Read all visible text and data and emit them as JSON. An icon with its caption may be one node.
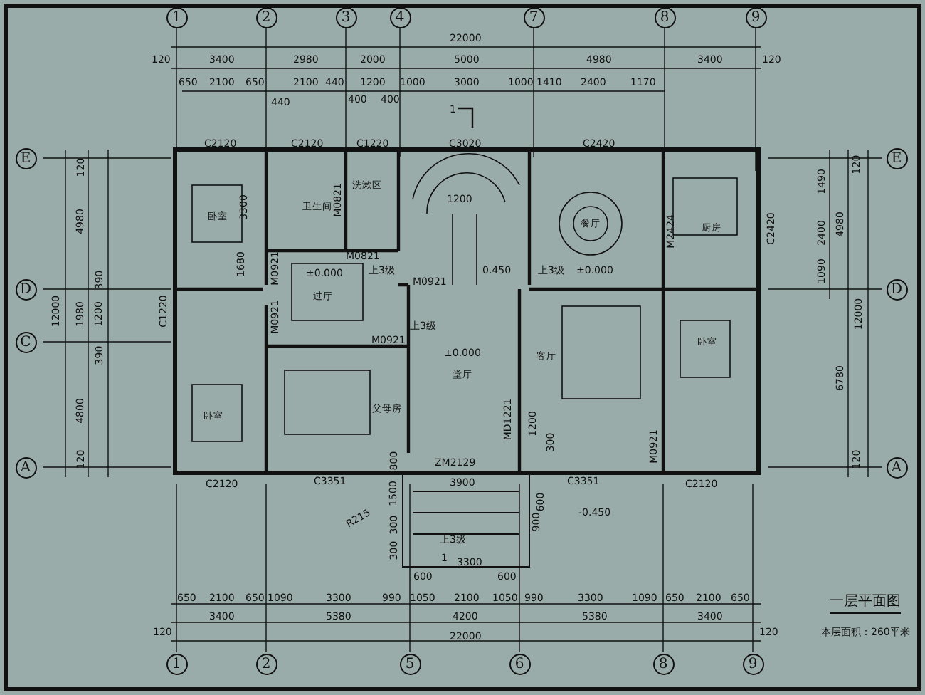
{
  "diagram": {
    "title": "一层平面图",
    "labels": [
      "1",
      "2",
      "3",
      "4",
      "7",
      "8",
      "9",
      "22000",
      "120",
      "3400",
      "2980",
      "2000",
      "5000",
      "4980",
      "3400",
      "120",
      "650",
      "2100",
      "650",
      "2100",
      "440",
      "1200",
      "1000",
      "3000",
      "1000",
      "1410",
      "2400",
      "1170",
      "440",
      "400",
      "400",
      "1",
      "C2120",
      "C2120",
      "C1220",
      "C3020",
      "C2420",
      "E",
      "120",
      "4980",
      "D",
      "390",
      "12000",
      "1980",
      "1200",
      "C",
      "390",
      "4800",
      "120",
      "A",
      "C1220",
      "卧室",
      "3300",
      "卫生间",
      "M0821",
      "洗漱区",
      "M0821",
      "1680",
      "M0921",
      "±0.000",
      "上3级",
      "过厅",
      "M0921",
      "M0921",
      "上3级",
      "M0921",
      "±0.000",
      "堂厅",
      "卧室",
      "父母房",
      "1200",
      "0.450",
      "餐厅",
      "上3级",
      "±0.000",
      "M2424",
      "厨房",
      "C2420",
      "E",
      "120",
      "1490",
      "2400",
      "4980",
      "1090",
      "D",
      "12000",
      "6780",
      "120",
      "A",
      "客厅",
      "卧室",
      "MD1221",
      "1200",
      "300",
      "M0921",
      "ZM2129",
      "800",
      "C2120",
      "C3351",
      "3900",
      "C3351",
      "C2120",
      "R215",
      "1500",
      "300",
      "300",
      "上3级",
      "600",
      "1",
      "3300",
      "600",
      "900",
      "-0.450",
      "600",
      "650",
      "2100",
      "650",
      "1090",
      "3300",
      "990",
      "1050",
      "2100",
      "1050",
      "990",
      "3300",
      "1090",
      "650",
      "2100",
      "650",
      "3400",
      "5380",
      "4200",
      "5380",
      "3400",
      "120",
      "22000",
      "120",
      "1",
      "2",
      "5",
      "6",
      "8",
      "9",
      "本层面积：260平米"
    ]
  }
}
